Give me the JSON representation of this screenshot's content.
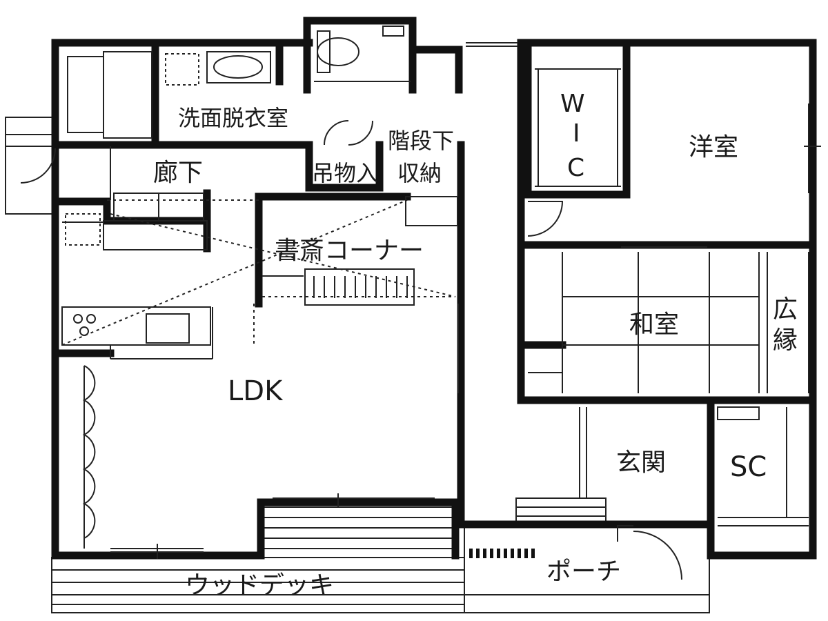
{
  "rooms": {
    "washroom": "洗面脱衣室",
    "hallway": "廊下",
    "hanging_storage": "吊物入",
    "under_stairs_line1": "階段下",
    "under_stairs_line2": "収納",
    "study_corner": "書斎コーナー",
    "ldk": "LDK",
    "wood_deck": "ウッドデッキ",
    "porch": "ポーチ",
    "entrance": "玄関",
    "shoe_closet": "SC",
    "japanese_room": "和室",
    "wide_veranda_line1": "広",
    "wide_veranda_line2": "縁",
    "western_room": "洋室",
    "walk_in_closet_line1": "W",
    "walk_in_closet_line2": "I",
    "walk_in_closet_line3": "C"
  }
}
